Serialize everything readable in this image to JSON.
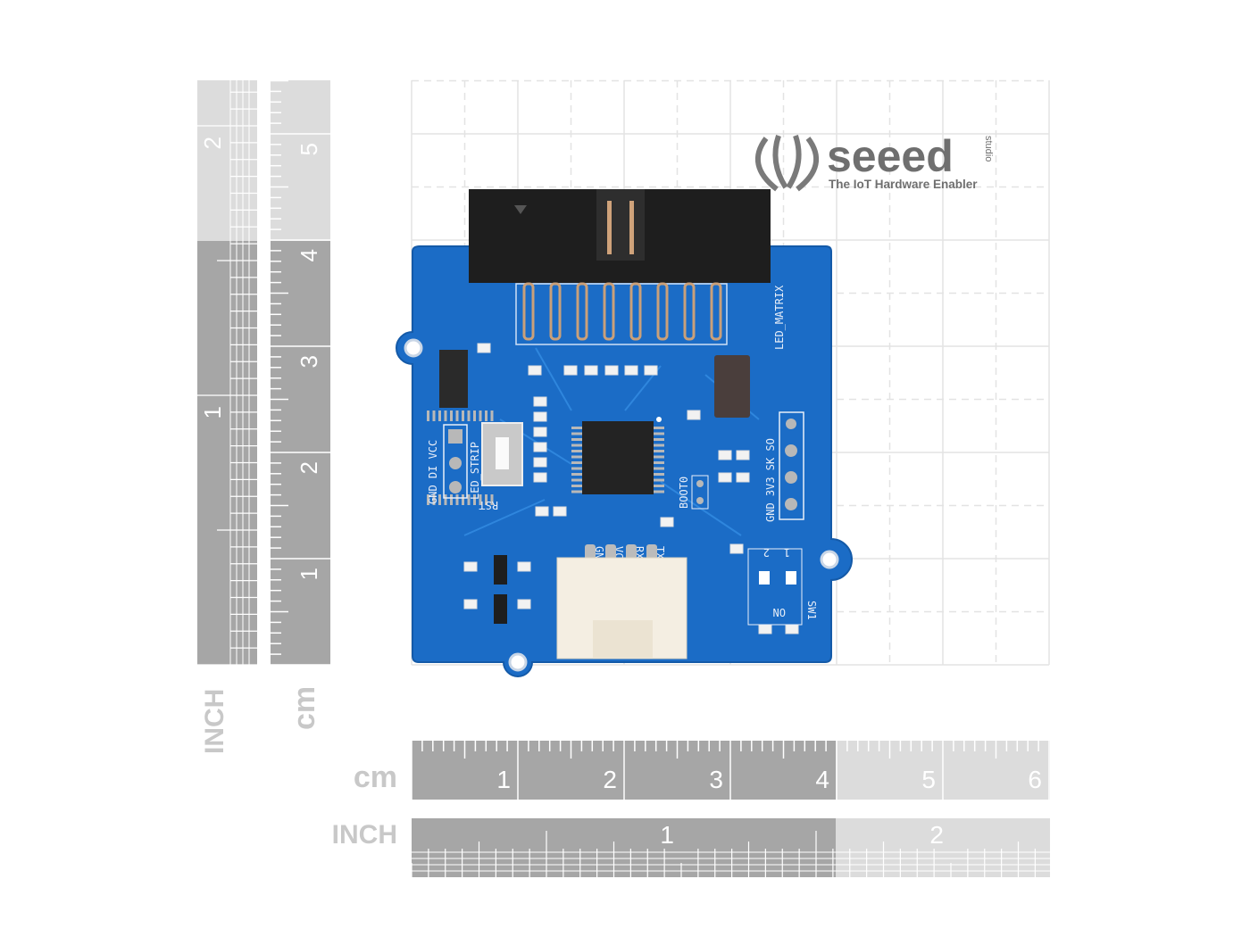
{
  "logo": {
    "brand": "seeed",
    "sub": "studio",
    "tagline": "The IoT Hardware Enabler"
  },
  "rulers": {
    "vertical_inch_label": "INCH",
    "vertical_cm_label": "cm",
    "horizontal_cm_label": "cm",
    "horizontal_inch_label": "INCH",
    "cm_numbers": [
      "1",
      "2",
      "3",
      "4",
      "5",
      "6"
    ],
    "vertical_cm_numbers": [
      "1",
      "2",
      "3",
      "4",
      "5"
    ],
    "inch_numbers": [
      "1",
      "2"
    ]
  },
  "board": {
    "header_label": "LED_MATRIX",
    "strip_pins": "GND DI VCC",
    "strip_label": "LED_STRIP",
    "reset_label": "RST",
    "boot_label": "BOOT0",
    "spi_pins": "GND 3V3 SK SO",
    "uart_pins": [
      "GND",
      "VCC",
      "RX",
      "TX"
    ],
    "switch_label": "SW1",
    "switch_on": "ON",
    "switch_nums": [
      "1",
      "2"
    ]
  },
  "colors": {
    "pcb": "#1b6cc6",
    "ruler_dark": "#a6a6a6",
    "ruler_light": "#dcdcdc",
    "grid": "#e2e2e2"
  }
}
